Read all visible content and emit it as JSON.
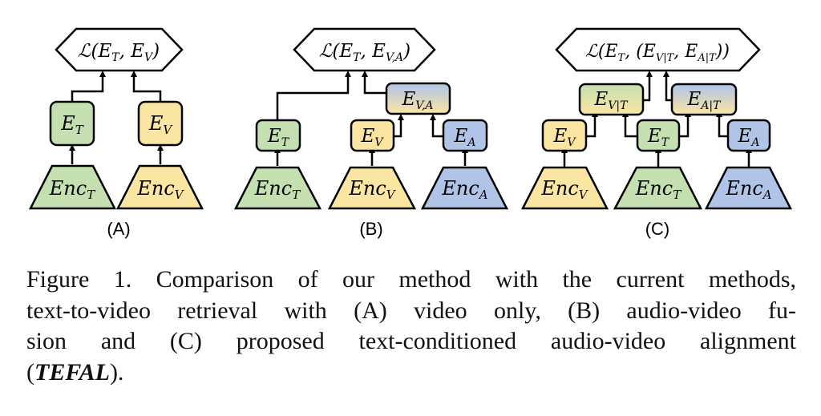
{
  "colors": {
    "text_enc": "#c5e0b0",
    "video_enc": "#fbe5a2",
    "audio_enc": "#b0c4e8",
    "stroke": "#000000"
  },
  "panels": [
    {
      "id": "A",
      "label": "(A)",
      "loss": {
        "main": "ℒ(",
        "parts": [
          [
            "E",
            "T"
          ],
          [
            ", E",
            "V"
          ]
        ],
        "close": ")"
      },
      "embeddings": [
        {
          "id": "ET",
          "base": "E",
          "sub": "T",
          "color": "text_enc"
        },
        {
          "id": "EV",
          "base": "E",
          "sub": "V",
          "color": "video_enc"
        }
      ],
      "encoders": [
        {
          "id": "EncT",
          "base": "Enc",
          "sub": "T",
          "color": "text_enc"
        },
        {
          "id": "EncV",
          "base": "Enc",
          "sub": "V",
          "color": "video_enc"
        }
      ]
    },
    {
      "id": "B",
      "label": "(B)",
      "loss": {
        "main": "ℒ(",
        "parts": [
          [
            "E",
            "T"
          ],
          [
            ", E",
            "V,A"
          ]
        ],
        "close": ")"
      },
      "embeddings": [
        {
          "id": "ET",
          "base": "E",
          "sub": "T",
          "color": "text_enc"
        },
        {
          "id": "EV",
          "base": "E",
          "sub": "V",
          "color": "video_enc"
        },
        {
          "id": "EA",
          "base": "E",
          "sub": "A",
          "color": "audio_enc"
        },
        {
          "id": "EVA",
          "base": "E",
          "sub": "V,A",
          "color": "gradient"
        }
      ],
      "encoders": [
        {
          "id": "EncT",
          "base": "Enc",
          "sub": "T",
          "color": "text_enc"
        },
        {
          "id": "EncV",
          "base": "Enc",
          "sub": "V",
          "color": "video_enc"
        },
        {
          "id": "EncA",
          "base": "Enc",
          "sub": "A",
          "color": "audio_enc"
        }
      ]
    },
    {
      "id": "C",
      "label": "(C)",
      "loss": {
        "main": "ℒ(",
        "parts": [
          [
            "E",
            "T"
          ],
          [
            ", (E",
            "V|T"
          ],
          [
            ", E",
            "A|T"
          ]
        ],
        "close": "))"
      },
      "embeddings": [
        {
          "id": "EV",
          "base": "E",
          "sub": "V",
          "color": "video_enc"
        },
        {
          "id": "ET",
          "base": "E",
          "sub": "T",
          "color": "text_enc"
        },
        {
          "id": "EA",
          "base": "E",
          "sub": "A",
          "color": "audio_enc"
        },
        {
          "id": "EVT",
          "base": "E",
          "sub": "V|T",
          "color": "gradient-green"
        },
        {
          "id": "EAT",
          "base": "E",
          "sub": "A|T",
          "color": "gradient"
        }
      ],
      "encoders": [
        {
          "id": "EncV",
          "base": "Enc",
          "sub": "V",
          "color": "video_enc"
        },
        {
          "id": "EncT",
          "base": "Enc",
          "sub": "T",
          "color": "text_enc"
        },
        {
          "id": "EncA",
          "base": "Enc",
          "sub": "A",
          "color": "audio_enc"
        }
      ]
    }
  ],
  "caption": {
    "lines": [
      "Figure 1. Comparison of our method with the current methods,",
      "text-to-video retrieval with (A) video only, (B) audio-video fu-",
      "sion and (C) proposed text-conditioned audio-video alignment"
    ],
    "last_open": "(",
    "last_bold": "TEFAL",
    "last_close": ")."
  }
}
